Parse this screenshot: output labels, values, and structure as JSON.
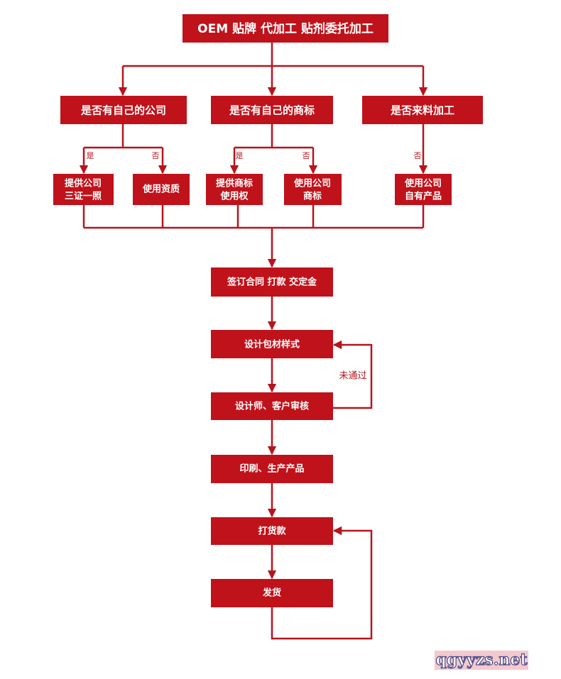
{
  "title": "OEM 贴牌 代加工 贴剂委托加工",
  "questions": [
    "是否有自己的公司",
    "是否有自己的商标",
    "是否来料加工"
  ],
  "branch_labels": {
    "yes": "是",
    "no": "否"
  },
  "options": [
    {
      "line1": "提供公司",
      "line2": "三证一照"
    },
    {
      "line1": "使用资质",
      "line2": ""
    },
    {
      "line1": "提供商标",
      "line2": "使用权"
    },
    {
      "line1": "使用公司",
      "line2": "商标"
    },
    {
      "line1": "使用公司",
      "line2": "自有产品"
    }
  ],
  "steps": [
    "签订合同 打款 交定金",
    "设计包材样式",
    "设计师、客户审核",
    "印刷、生产产品",
    "打货款",
    "发货"
  ],
  "feedback_label": "未通过",
  "watermark": "qgyyzs.net",
  "colors": {
    "box": "#c0121a",
    "line": "#b7141c"
  }
}
